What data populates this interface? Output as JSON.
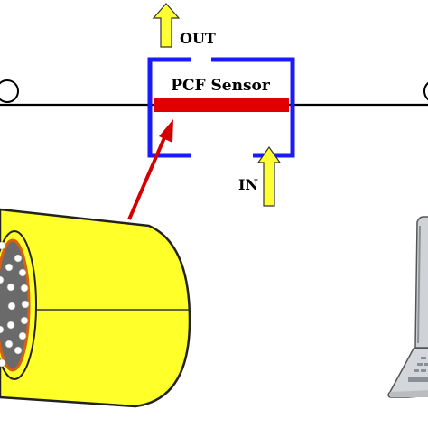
{
  "labels": {
    "out": "OUT",
    "sensor": "PCF Sensor",
    "in": "IN"
  },
  "colors": {
    "chamber_wall": "#1a1aff",
    "fiber_core": "#e00000",
    "jacket": "#ffff2a",
    "flow_arrow": "#ffff33",
    "pointer_arrow": "#d40000"
  }
}
